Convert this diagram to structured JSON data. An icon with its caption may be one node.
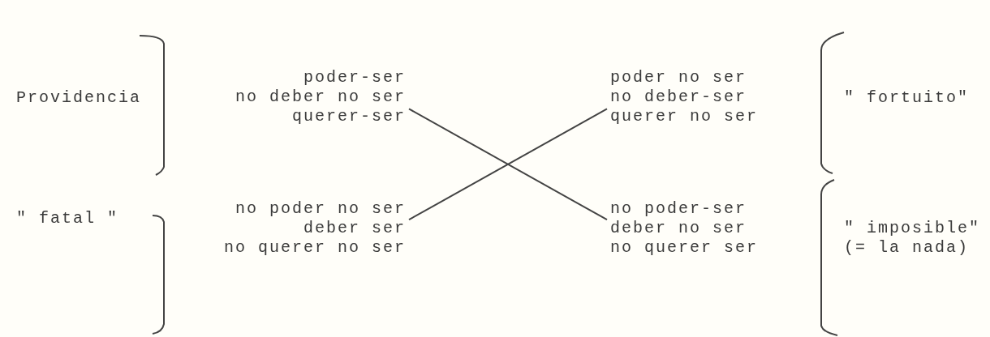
{
  "diagram": {
    "nodes": [
      {
        "text": [
          "poder-ser",
          "no deber no ser",
          "querer-ser"
        ]
      },
      {
        "text": [
          "poder no ser",
          "no deber-ser",
          "querer no ser"
        ]
      },
      {
        "text": [
          "no poder no ser",
          "deber ser",
          "no querer no ser"
        ]
      },
      {
        "text": [
          "no poder-ser",
          "deber no ser",
          "no querer ser"
        ]
      }
    ],
    "edges": [
      {
        "from": 0,
        "to": 3,
        "arrow": "none"
      },
      {
        "from": 2,
        "to": 1,
        "arrow": "none"
      }
    ],
    "labels": [
      "Providencia",
      "\" fortuito\"",
      "\" fatal \"",
      "\" imposible\"",
      "(= la nada)"
    ]
  }
}
